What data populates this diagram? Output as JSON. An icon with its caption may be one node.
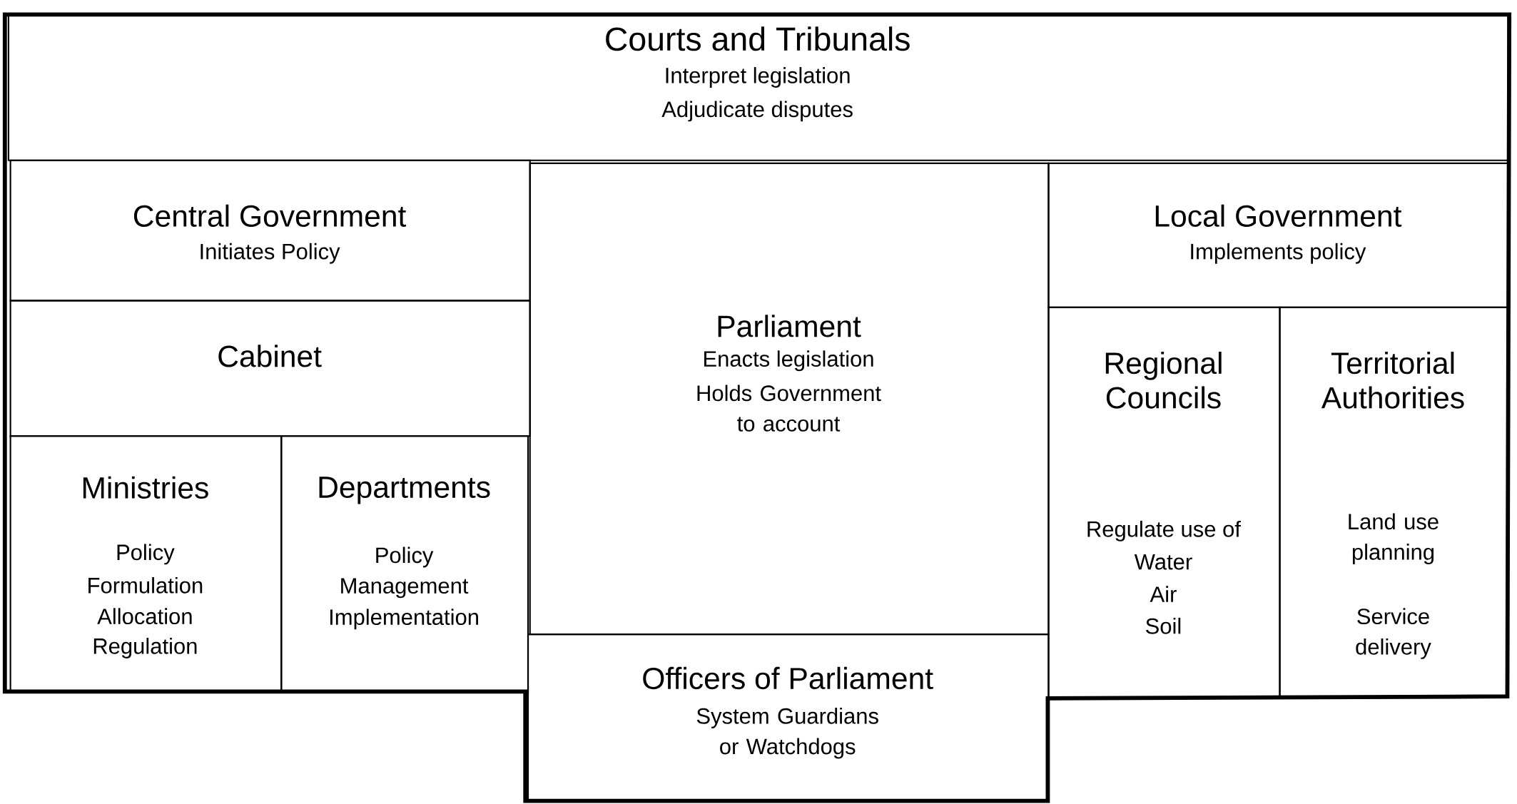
{
  "diagram": {
    "nodes": [
      {
        "text": [
          "Courts and Tribunals",
          "Interpret legislation",
          "Adjudicate disputes"
        ]
      },
      {
        "text": [
          "Central Government",
          "Initiates Policy"
        ]
      },
      {
        "text": [
          "Cabinet"
        ]
      },
      {
        "text": [
          "Ministries",
          "Policy",
          "Formulation",
          "Allocation",
          "Regulation"
        ]
      },
      {
        "text": [
          "Departments",
          "Policy",
          "Management",
          "Implementation"
        ]
      },
      {
        "text": [
          "Parliament",
          "Enacts legislation",
          "Holds Government to account"
        ]
      },
      {
        "text": [
          "Officers of Parliament",
          "System Guardians or Watchdogs"
        ]
      },
      {
        "text": [
          "Local Government",
          "Implements policy"
        ]
      },
      {
        "text": [
          "Regional Councils",
          "Regulate use of",
          "Water",
          "Air",
          "Soil"
        ]
      },
      {
        "text": [
          "Territorial Authorities",
          "Land use planning",
          "Service delivery"
        ]
      }
    ]
  }
}
